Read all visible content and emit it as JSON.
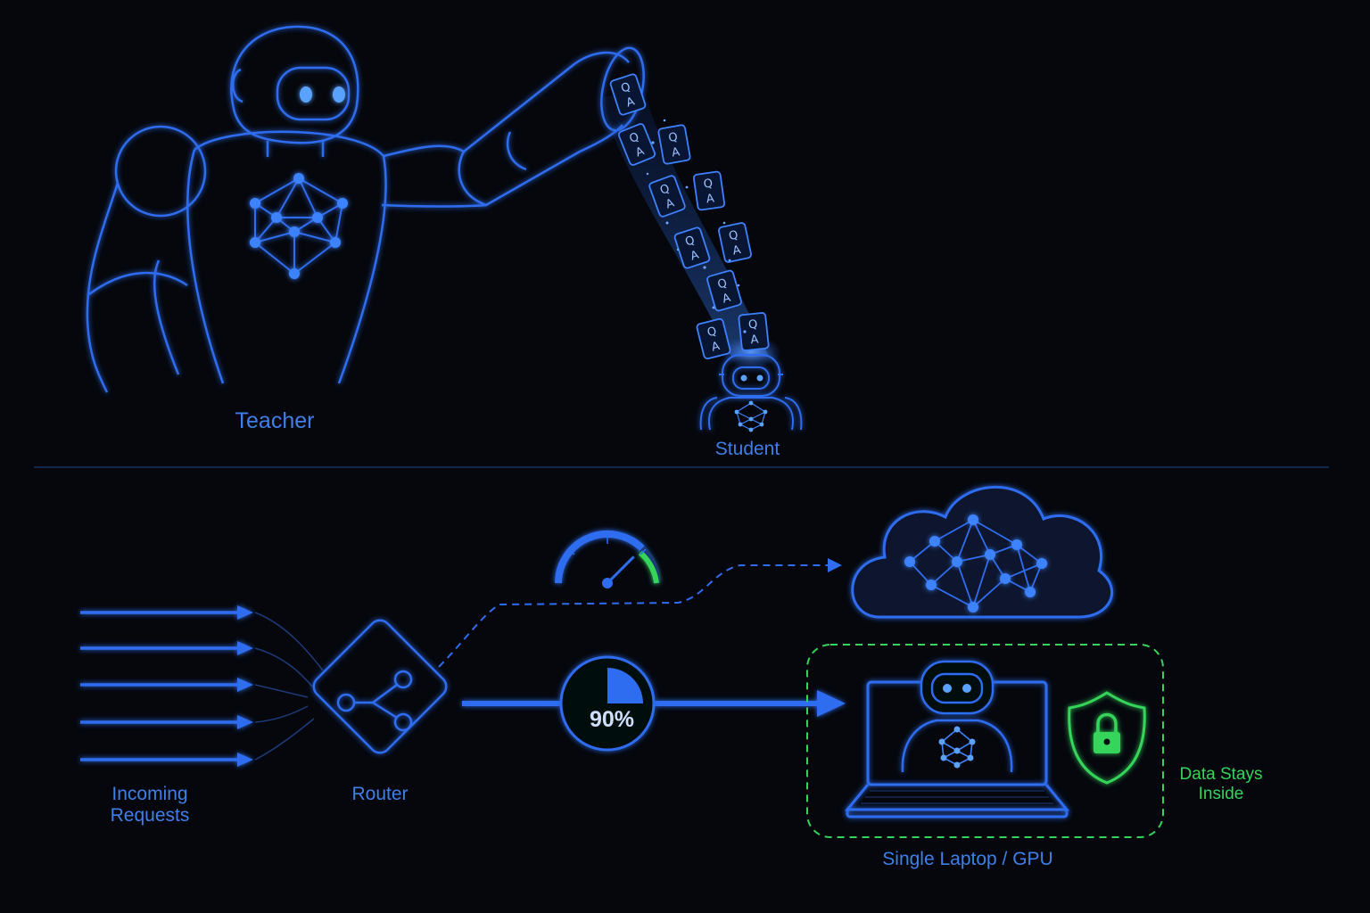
{
  "labels": {
    "teacher": "Teacher",
    "student": "Student",
    "incoming": "Incoming\nRequests",
    "router": "Router",
    "local_share": "90%",
    "device": "Single Laptop / GPU",
    "privacy": "Data Stays\nInside"
  },
  "qa_card": {
    "q": "Q",
    "a": "A",
    "count": 10
  },
  "colors": {
    "background": "#05070d",
    "accent": "#2f6df0",
    "glow": "#3a86ff",
    "secure": "#35d45a"
  },
  "icons": {
    "teacher": "teacher-robot-icon",
    "student": "student-robot-icon",
    "router": "router-icon",
    "gauge": "latency-gauge-icon",
    "cloud": "cloud-network-icon",
    "laptop": "laptop-icon",
    "shield": "lock-shield-icon"
  },
  "metrics": {
    "local_fraction": 0.9,
    "gauge_level": 0.75
  }
}
